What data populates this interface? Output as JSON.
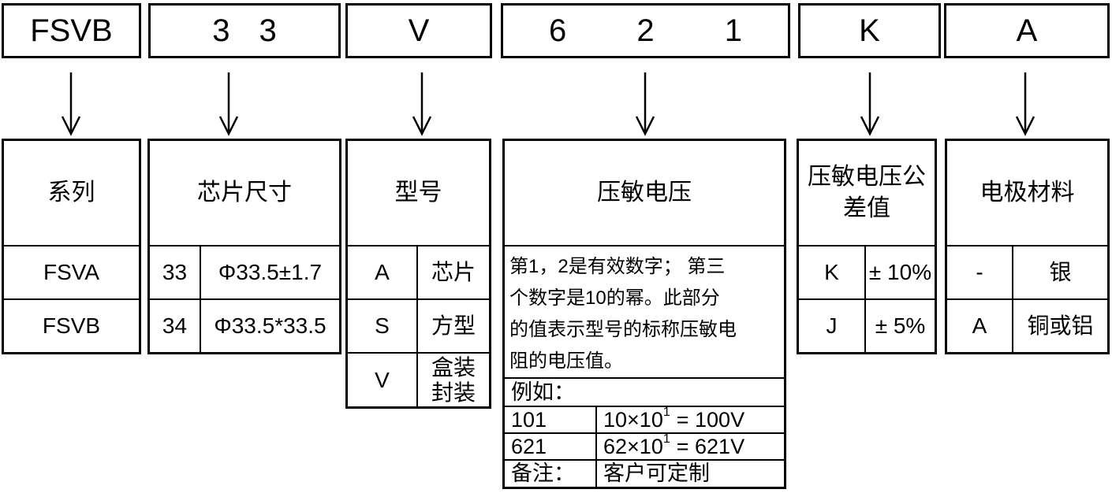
{
  "part_code": {
    "segments": [
      {
        "text": "FSVB"
      },
      {
        "text": "3 3"
      },
      {
        "text": "V"
      },
      {
        "text": "6 2 1"
      },
      {
        "text": "K"
      },
      {
        "text": "A"
      }
    ]
  },
  "series": {
    "header": "系列",
    "rows": [
      {
        "value": "FSVA"
      },
      {
        "value": "FSVB"
      }
    ]
  },
  "chip_size": {
    "header": "芯片尺寸",
    "rows": [
      {
        "code": "33",
        "desc": "Φ33.5±1.7"
      },
      {
        "code": "34",
        "desc": "Φ33.5*33.5"
      }
    ]
  },
  "model": {
    "header": "型号",
    "rows": [
      {
        "code": "A",
        "desc": "芯片"
      },
      {
        "code": "S",
        "desc": "方型"
      },
      {
        "code": "V",
        "desc_line1": "盒装",
        "desc_line2": "封装"
      }
    ]
  },
  "voltage": {
    "header": "压敏电压",
    "desc_lines": [
      "第1，2是有效数字； 第三",
      "个数字是10的幂。此部分",
      "的值表示型号的标称压敏电",
      "阻的电压值。"
    ],
    "example_label": "例如：",
    "examples": [
      {
        "code": "101",
        "base": "10×10",
        "exp": "1",
        "result": "= 100V"
      },
      {
        "code": "621",
        "base": "62×10",
        "exp": "1",
        "result": "= 621V"
      }
    ],
    "note_label": "备注：",
    "note_value": "客户可定制"
  },
  "tolerance": {
    "header_line1": "压敏电压公",
    "header_line2": "差值",
    "rows": [
      {
        "code": "K",
        "desc": "± 10%"
      },
      {
        "code": "J",
        "desc": "± 5%"
      }
    ]
  },
  "electrode": {
    "header": "电极材料",
    "rows": [
      {
        "code": "-",
        "desc": "银"
      },
      {
        "code": "A",
        "desc": "铜或铝"
      }
    ]
  }
}
